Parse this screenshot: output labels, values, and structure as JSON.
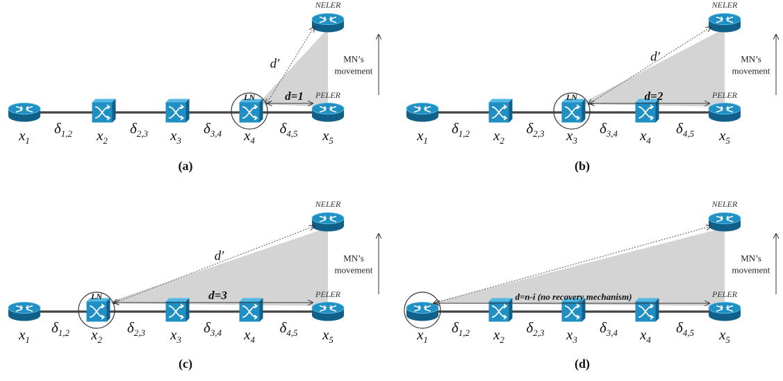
{
  "panels": [
    {
      "caption": "(a)",
      "lnIndex": 3,
      "hasDPrime": true,
      "dLabel": "d=1",
      "nodes": [
        {
          "label": "x1",
          "kind": "router"
        },
        {
          "label": "x2",
          "kind": "switch"
        },
        {
          "label": "x3",
          "kind": "switch"
        },
        {
          "label": "x4",
          "kind": "switch"
        },
        {
          "label": "x5",
          "kind": "router"
        }
      ],
      "links": [
        "δ1,2",
        "δ2,3",
        "δ3,4",
        "δ4,5"
      ]
    },
    {
      "caption": "(b)",
      "lnIndex": 2,
      "hasDPrime": true,
      "dLabel": "d=2",
      "nodes": [
        {
          "label": "x1",
          "kind": "router"
        },
        {
          "label": "x2",
          "kind": "switch"
        },
        {
          "label": "x3",
          "kind": "switch"
        },
        {
          "label": "x4",
          "kind": "switch"
        },
        {
          "label": "x5",
          "kind": "router"
        }
      ],
      "links": [
        "δ1,2",
        "δ2,3",
        "δ3,4",
        "δ4,5"
      ]
    },
    {
      "caption": "(c)",
      "lnIndex": 1,
      "hasDPrime": true,
      "dLabel": "d=3",
      "nodes": [
        {
          "label": "x1",
          "kind": "router"
        },
        {
          "label": "x2",
          "kind": "switch"
        },
        {
          "label": "x3",
          "kind": "switch"
        },
        {
          "label": "x4",
          "kind": "switch"
        },
        {
          "label": "x5",
          "kind": "router"
        }
      ],
      "links": [
        "δ1,2",
        "δ2,3",
        "δ3,4",
        "δ4,5"
      ]
    },
    {
      "caption": "(d)",
      "lnIndex": 0,
      "hasDPrime": false,
      "dLabel": "d=n-i (no recovery mechanism)",
      "nodes": [
        {
          "label": "x1",
          "kind": "router"
        },
        {
          "label": "x2",
          "kind": "switch"
        },
        {
          "label": "x3",
          "kind": "switch"
        },
        {
          "label": "x4",
          "kind": "switch"
        },
        {
          "label": "x5",
          "kind": "router"
        }
      ],
      "links": [
        "δ1,2",
        "δ2,3",
        "δ3,4",
        "δ4,5"
      ]
    }
  ],
  "labels": {
    "neler": "NELER",
    "peler": "PELER",
    "ln": "LN",
    "dPrime": "d′",
    "movementLine1": "MN’s",
    "movementLine2": "movement"
  },
  "colors": {
    "device": "#1f8fc4",
    "deviceDark": "#11608a",
    "deviceTop": "#55b9e3",
    "link": "#444444",
    "shade": "#d4d4d4"
  },
  "icons": [
    "router-icon",
    "switch-icon"
  ]
}
